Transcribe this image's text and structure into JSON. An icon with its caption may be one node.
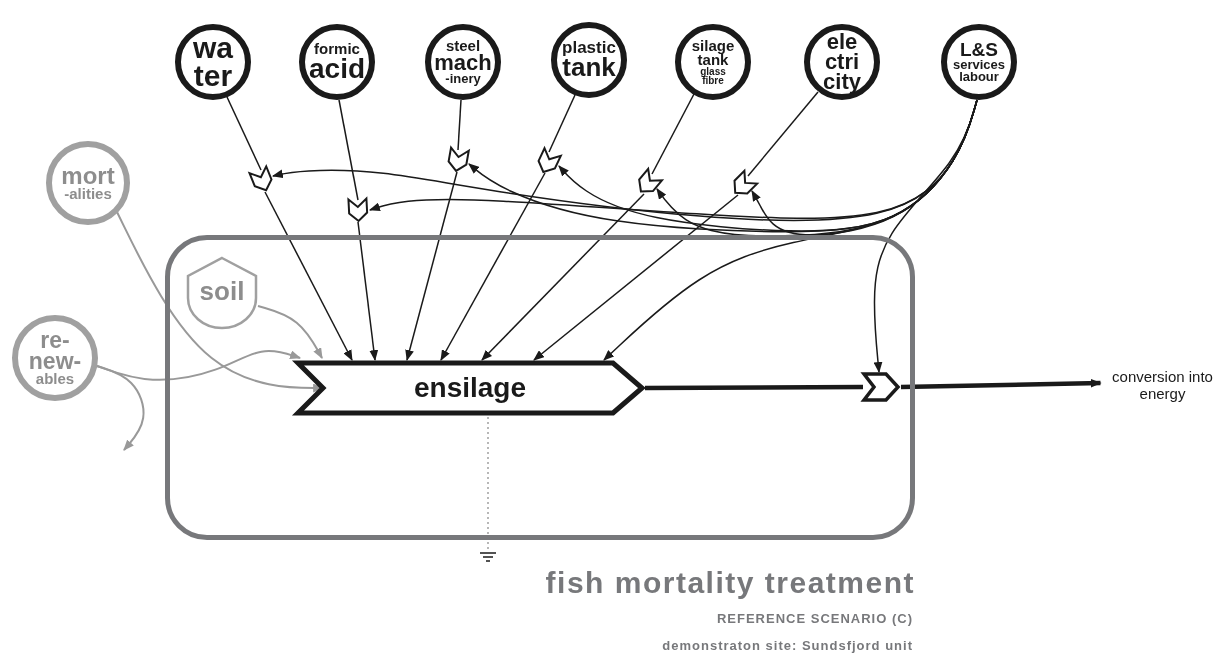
{
  "diagram": {
    "title": "fish mortality treatment",
    "nodes": [
      {
        "text": [],
        "shape": "box"
      },
      {
        "text": [
          "wa ter"
        ]
      },
      {
        "text": [
          "formic",
          "acid"
        ]
      },
      {
        "text": [
          "steel",
          "mach",
          "-inery"
        ]
      },
      {
        "text": [
          "plastic",
          "tank"
        ]
      },
      {
        "text": [
          "silage tank",
          "glass fibre"
        ]
      },
      {
        "text": [
          "ele ctri city"
        ]
      },
      {
        "text": [
          "L&S",
          "services labour"
        ]
      },
      {
        "text": [
          "mort",
          "-alities"
        ]
      },
      {
        "text": [
          "re- new-",
          "ables"
        ]
      },
      {
        "text": [],
        "shape": "chevron"
      },
      {
        "text": [],
        "shape": "chevron"
      },
      {
        "text": [],
        "shape": "chevron"
      },
      {
        "text": [],
        "shape": "chevron"
      },
      {
        "text": [],
        "shape": "chevron"
      },
      {
        "text": [],
        "shape": "chevron"
      },
      {
        "text": [
          "soil"
        ],
        "in": 0
      },
      {
        "text": [
          "ensilage"
        ],
        "in": 0
      },
      {
        "text": [],
        "shape": "chevron",
        "in": 0
      },
      {
        "text": [
          "conversion into energy"
        ]
      },
      {
        "text": [],
        "shape": "ground"
      }
    ],
    "edges": [
      {
        "from": 1,
        "to": 10,
        "arrow": "none"
      },
      {
        "from": 10,
        "to": 17,
        "arrow": "to"
      },
      {
        "from": 2,
        "to": 11,
        "arrow": "none"
      },
      {
        "from": 11,
        "to": 17,
        "arrow": "to"
      },
      {
        "from": 3,
        "to": 12,
        "arrow": "none"
      },
      {
        "from": 12,
        "to": 17,
        "arrow": "to"
      },
      {
        "from": 4,
        "to": 13,
        "arrow": "none"
      },
      {
        "from": 13,
        "to": 17,
        "arrow": "to"
      },
      {
        "from": 5,
        "to": 14,
        "arrow": "none"
      },
      {
        "from": 14,
        "to": 17,
        "arrow": "to"
      },
      {
        "from": 6,
        "to": 15,
        "arrow": "none"
      },
      {
        "from": 15,
        "to": 17,
        "arrow": "to"
      },
      {
        "from": 7,
        "to": 10,
        "arrow": "to"
      },
      {
        "from": 7,
        "to": 11,
        "arrow": "to"
      },
      {
        "from": 7,
        "to": 12,
        "arrow": "to"
      },
      {
        "from": 7,
        "to": 13,
        "arrow": "to"
      },
      {
        "from": 7,
        "to": 14,
        "arrow": "to"
      },
      {
        "from": 7,
        "to": 15,
        "arrow": "to"
      },
      {
        "from": 7,
        "to": 18,
        "arrow": "to"
      },
      {
        "from": 7,
        "to": 17,
        "arrow": "to"
      },
      {
        "from": 8,
        "to": 17,
        "arrow": "to",
        "color": "#999999"
      },
      {
        "from": 9,
        "to": 17,
        "arrow": "to",
        "color": "#999999"
      },
      {
        "from": 9,
        "to": null,
        "arrow": "to",
        "color": "#999999"
      },
      {
        "from": 16,
        "to": 17,
        "arrow": "to",
        "color": "#999999"
      },
      {
        "from": 17,
        "to": 18,
        "arrow": "none",
        "style": "thick"
      },
      {
        "from": 18,
        "to": 19,
        "arrow": "to",
        "style": "thick"
      },
      {
        "from": 17,
        "to": 20,
        "arrow": "none",
        "style": "dashed",
        "color": "#999999"
      }
    ],
    "labels": [
      "REFERENCE SCENARIO (C)",
      "demonstraton site: Sundsfjord unit"
    ]
  }
}
